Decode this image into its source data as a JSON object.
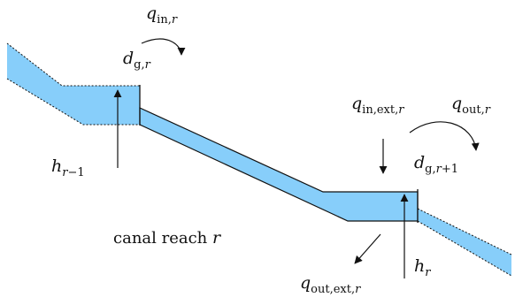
{
  "colors": {
    "water": "#87cefa",
    "line": "#111111"
  },
  "labels": {
    "q_in": {
      "base": "q",
      "sub": "in,",
      "sub_var": "r"
    },
    "d_g": {
      "base": "d",
      "sub": "g,",
      "sub_var": "r"
    },
    "h_prev": {
      "base": "h",
      "sub": "r",
      "sub_rest": "−1"
    },
    "q_in_ext": {
      "base": "q",
      "sub": "in,ext,",
      "sub_var": "r"
    },
    "q_out": {
      "base": "q",
      "sub": "out,",
      "sub_var": "r"
    },
    "d_g_next": {
      "base": "d",
      "sub": "g,",
      "sub_var": "r",
      "sub_rest": "+1"
    },
    "canal_reach": {
      "text": "canal reach ",
      "var": "r"
    },
    "q_out_ext": {
      "base": "q",
      "sub": "out,ext,",
      "sub_var": "r"
    },
    "h_r": {
      "base": "h",
      "sub": "r"
    }
  }
}
